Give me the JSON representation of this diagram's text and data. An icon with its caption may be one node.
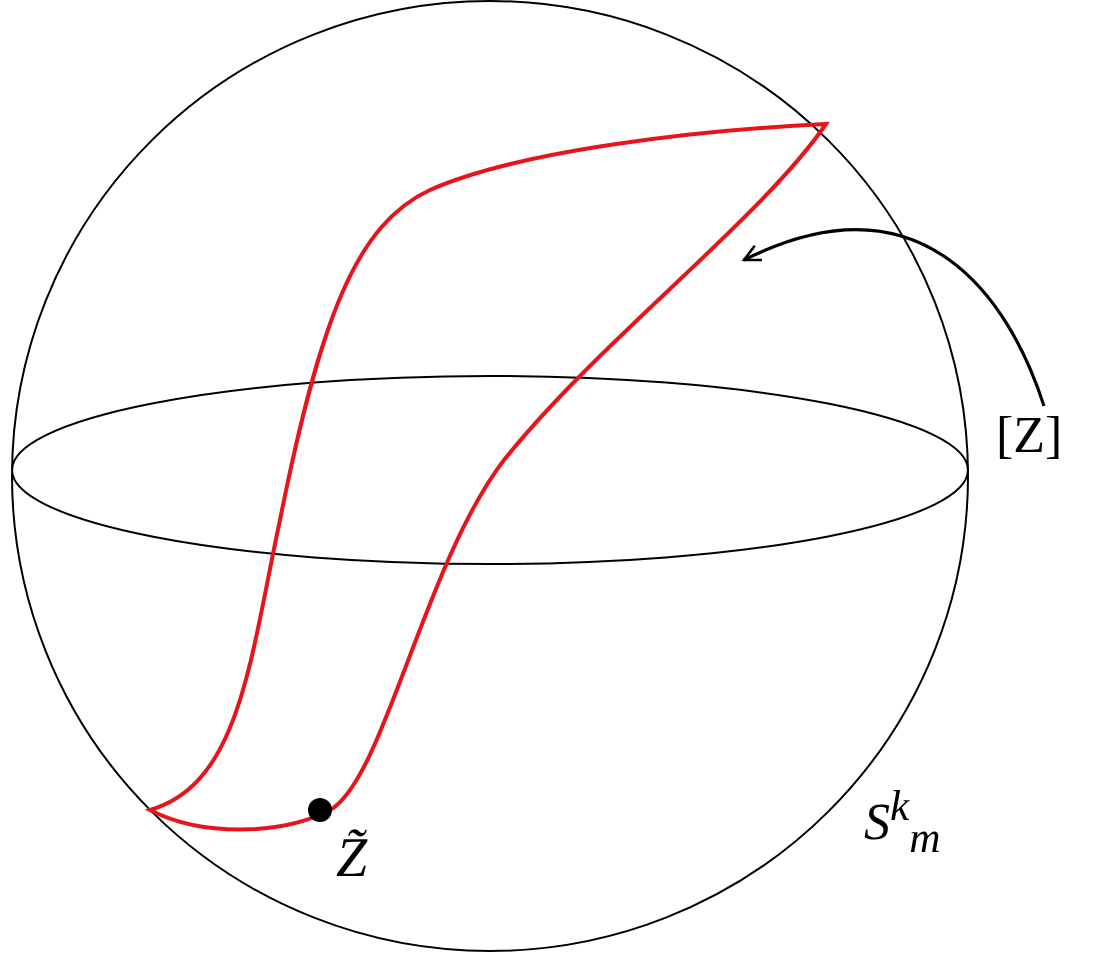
{
  "diagram": {
    "nodes": [
      {
        "text": [
          "S$^{k}$$_{m}$"
        ]
      },
      {
        "text": [],
        "shape": "ellipse",
        "in": 0
      },
      {
        "text": [],
        "shape": "curve",
        "in": 0
      },
      {
        "text": [],
        "shape": "circle",
        "in": 2,
        "beside": [
          "Z̃"
        ]
      },
      {
        "text": [
          "[Z]"
        ]
      }
    ],
    "edges": [
      {
        "from": 4,
        "to": 2,
        "arrow": "to"
      }
    ]
  }
}
